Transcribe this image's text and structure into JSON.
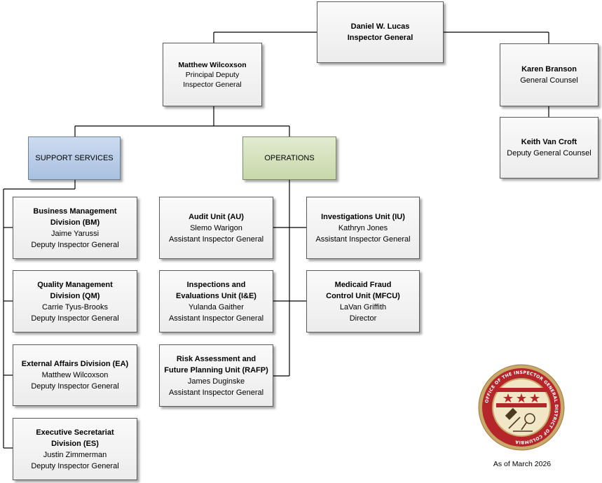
{
  "top": {
    "name": "Daniel W. Lucas",
    "title": "Inspector General"
  },
  "principal_deputy": {
    "name": "Matthew Wilcoxson",
    "title_line1": "Principal Deputy",
    "title_line2": "Inspector General"
  },
  "counsel": {
    "name": "Karen Branson",
    "title": "General Counsel"
  },
  "deputy_counsel": {
    "name": "Keith Van Croft",
    "title": "Deputy General Counsel"
  },
  "support_services": "SUPPORT SERVICES",
  "operations": "OPERATIONS",
  "support_units": [
    {
      "name_line1": "Business Management",
      "name_line2": "Division (BM)",
      "person": "Jaime Yarussi",
      "title": "Deputy Inspector General"
    },
    {
      "name_line1": "Quality Management",
      "name_line2": "Division (QM)",
      "person": "Carrie Tyus-Brooks",
      "title": "Deputy Inspector General"
    },
    {
      "name_line1": "External Affairs Division (EA)",
      "name_line2": "",
      "person": "Matthew Wilcoxson",
      "title": "Deputy Inspector General"
    },
    {
      "name_line1": "Executive Secretariat",
      "name_line2": "Division (ES)",
      "person": "Justin Zimmerman",
      "title": "Deputy Inspector General"
    }
  ],
  "ops_units": [
    {
      "name_line1": "Audit Unit (AU)",
      "name_line2": "",
      "person": "Slemo Warigon",
      "title": "Assistant Inspector General"
    },
    {
      "name_line1": "Investigations Unit (IU)",
      "name_line2": "",
      "person": "Kathryn Jones",
      "title": "Assistant Inspector General"
    },
    {
      "name_line1": "Inspections and",
      "name_line2": "Evaluations Unit (I&E)",
      "person": "Yulanda Gaither",
      "title": "Assistant Inspector General"
    },
    {
      "name_line1": "Medicaid Fraud",
      "name_line2": "Control Unit (MFCU)",
      "person": "LaVan Griffith",
      "title": "Director"
    },
    {
      "name_line1": "Risk Assessment and",
      "name_line2": "Future Planning Unit (RAFP)",
      "person": "James Duginske",
      "title": "Assistant Inspector General"
    }
  ],
  "seal": {
    "text": "OFFICE OF THE INSPECTOR GENERAL DISTRICT OF COLUMBIA",
    "ring_color": "#c9a86a",
    "center_color": "#f1e6c6",
    "accent": "#b5262b"
  },
  "as_of": "As of March 2026",
  "colors": {
    "line": "#000000",
    "support_fill": "#b8cbe6",
    "ops_fill": "#d4e2bb",
    "box_fill": "#f0f0f0"
  }
}
